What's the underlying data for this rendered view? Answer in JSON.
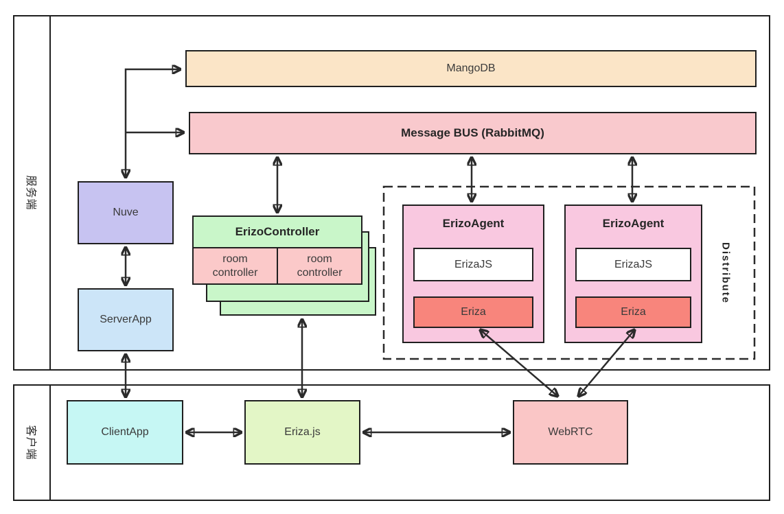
{
  "diagram": {
    "server_section": {
      "label": "服务端",
      "mangodb": "MangoDB",
      "message_bus": "Message BUS (RabbitMQ)",
      "nuve": "Nuve",
      "server_app": "ServerApp",
      "erizo_controller": {
        "title": "ErizoController",
        "room_controllers": [
          "room controller",
          "room controller"
        ]
      },
      "distribute": {
        "label": "Distribute",
        "agents": [
          {
            "title": "ErizoAgent",
            "erizajs": "ErizaJS",
            "eriza": "Eriza"
          },
          {
            "title": "ErizoAgent",
            "erizajs": "ErizaJS",
            "eriza": "Eriza"
          }
        ]
      }
    },
    "client_section": {
      "label": "客户端",
      "client_app": "ClientApp",
      "eriza_js": "Eriza.js",
      "webrtc": "WebRTC"
    },
    "colors": {
      "mangodb": "#fbe5c7",
      "message_bus": "#f9c9cd",
      "nuve": "#c7c3f1",
      "server_app": "#cce5f8",
      "erizo_controller": "#c9f6c9",
      "room_controller": "#fbc9c9",
      "erizo_agent": "#f9c8e0",
      "erizajs": "#ffffff",
      "eriza": "#f8857c",
      "client_app": "#c6f7f4",
      "eriza_js": "#e3f6c6",
      "webrtc": "#fac6c6",
      "border": "#1f1f1f",
      "arrow": "#2b2b2b"
    }
  }
}
